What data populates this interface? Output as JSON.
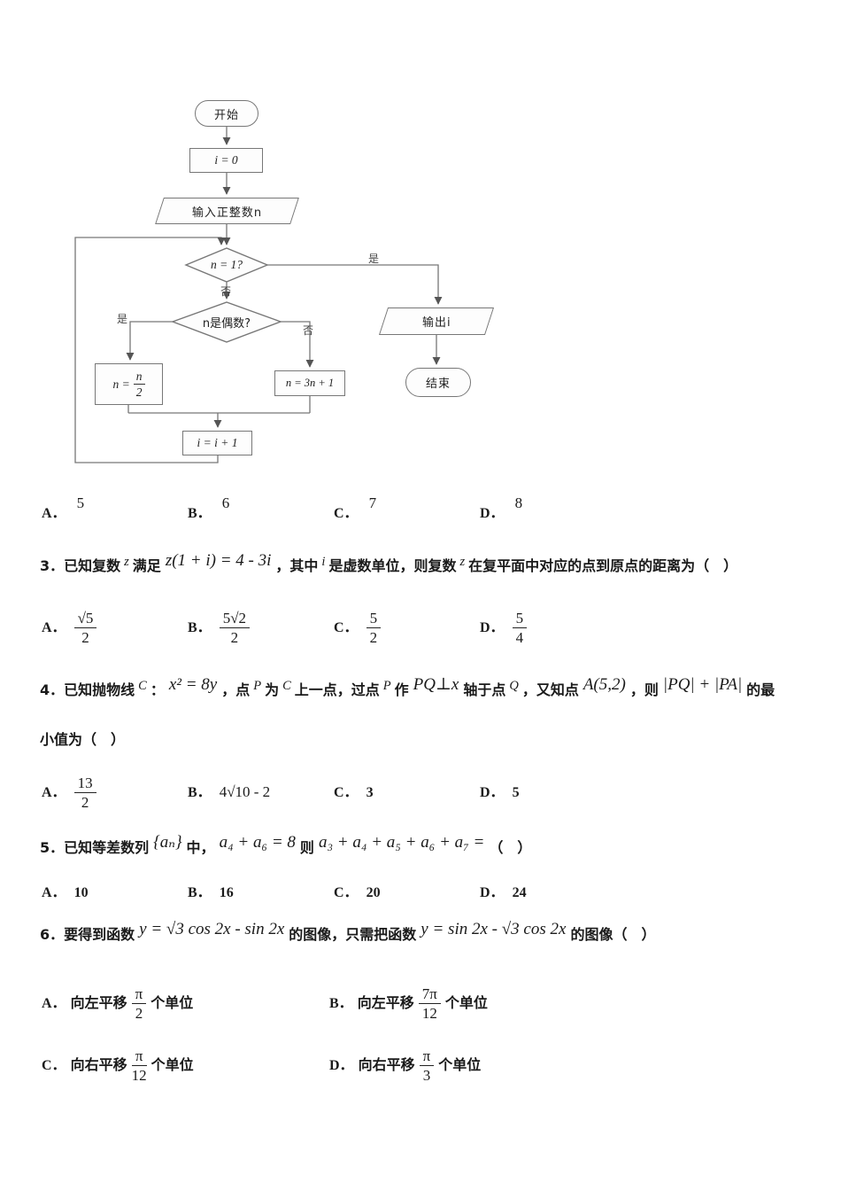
{
  "colors": {
    "flowchart_line": "#777777",
    "ink": "#1a1a1a"
  },
  "flowchart": {
    "start": "开始",
    "init": "i = 0",
    "input": "输入正整数n",
    "cond1": "n = 1?",
    "cond2": "n是偶数?",
    "half_lhs": "n =",
    "half_num": "n",
    "half_den": "2",
    "triple": "n = 3n + 1",
    "inc": "i = i + 1",
    "output": "输出i",
    "end": "结束",
    "labels": {
      "yes1": "是",
      "no1": "否",
      "yes2": "是",
      "no2": "否"
    }
  },
  "q2": {
    "options": {
      "A": {
        "label": "A．",
        "value": "5"
      },
      "B": {
        "label": "B．",
        "value": "6"
      },
      "C": {
        "label": "C．",
        "value": "7"
      },
      "D": {
        "label": "D．",
        "value": "8"
      }
    }
  },
  "q3": {
    "s1": "3．已知复数",
    "v1": "z",
    "s2": "满足",
    "eq1": "z(1 + i) = 4 - 3i",
    "s3": "，其中",
    "v2": "i",
    "s4": "是虚数单位，则复数",
    "v3": "z",
    "s5": "在复平面中对应的点到原点的距离为（　）",
    "options": {
      "A": {
        "label": "A．",
        "num": "√5",
        "den": "2"
      },
      "B": {
        "label": "B．",
        "num": "5√2",
        "den": "2"
      },
      "C": {
        "label": "C．",
        "num": "5",
        "den": "2"
      },
      "D": {
        "label": "D．",
        "num": "5",
        "den": "4"
      }
    }
  },
  "q4": {
    "s1": "4．已知抛物线",
    "v1": "C",
    "s2": "：",
    "eq1": "x² = 8y",
    "s3": "，点",
    "v2": "P",
    "s4": "为",
    "v3": "C",
    "s5": "上一点，过点",
    "v4": "P",
    "s6": "作",
    "eq2": "PQ⊥x",
    "s7": "轴于点",
    "v5": "Q",
    "s8": "，又知点",
    "eq3": "A(5,2)",
    "s9": "，则",
    "eq4": "|PQ| + |PA|",
    "s10": "的最",
    "line2": "小值为（　）",
    "options": {
      "A": {
        "label": "A．",
        "num": "13",
        "den": "2"
      },
      "B": {
        "label": "B．",
        "value": "4√10 - 2"
      },
      "C": {
        "label": "C．",
        "value": "3"
      },
      "D": {
        "label": "D．",
        "value": "5"
      }
    }
  },
  "q5": {
    "s1": "5．已知等差数列",
    "eq1": "{aₙ}",
    "s2": "中，",
    "eq2": "a₄ + a₆ = 8",
    "s3": "则",
    "eq3": "a₃ + a₄ + a₅ + a₆ + a₇ =",
    "s4": "（　）",
    "options": {
      "A": {
        "label": "A．",
        "value": "10"
      },
      "B": {
        "label": "B．",
        "value": "16"
      },
      "C": {
        "label": "C．",
        "value": "20"
      },
      "D": {
        "label": "D．",
        "value": "24"
      }
    }
  },
  "q6": {
    "s1": "6．要得到函数",
    "eq1": "y = √3 cos 2x - sin 2x",
    "s2": "的图像，只需把函数",
    "eq2": "y = sin 2x - √3 cos 2x",
    "s3": "的图像（　）",
    "options": {
      "A": {
        "label": "A．",
        "pre": "向左平移",
        "num": "π",
        "den": "2",
        "post": "个单位"
      },
      "B": {
        "label": "B．",
        "pre": "向左平移",
        "num": "7π",
        "den": "12",
        "post": "个单位"
      },
      "C": {
        "label": "C．",
        "pre": "向右平移",
        "num": "π",
        "den": "12",
        "post": "个单位"
      },
      "D": {
        "label": "D．",
        "pre": "向右平移",
        "num": "π",
        "den": "3",
        "post": "个单位"
      }
    }
  }
}
